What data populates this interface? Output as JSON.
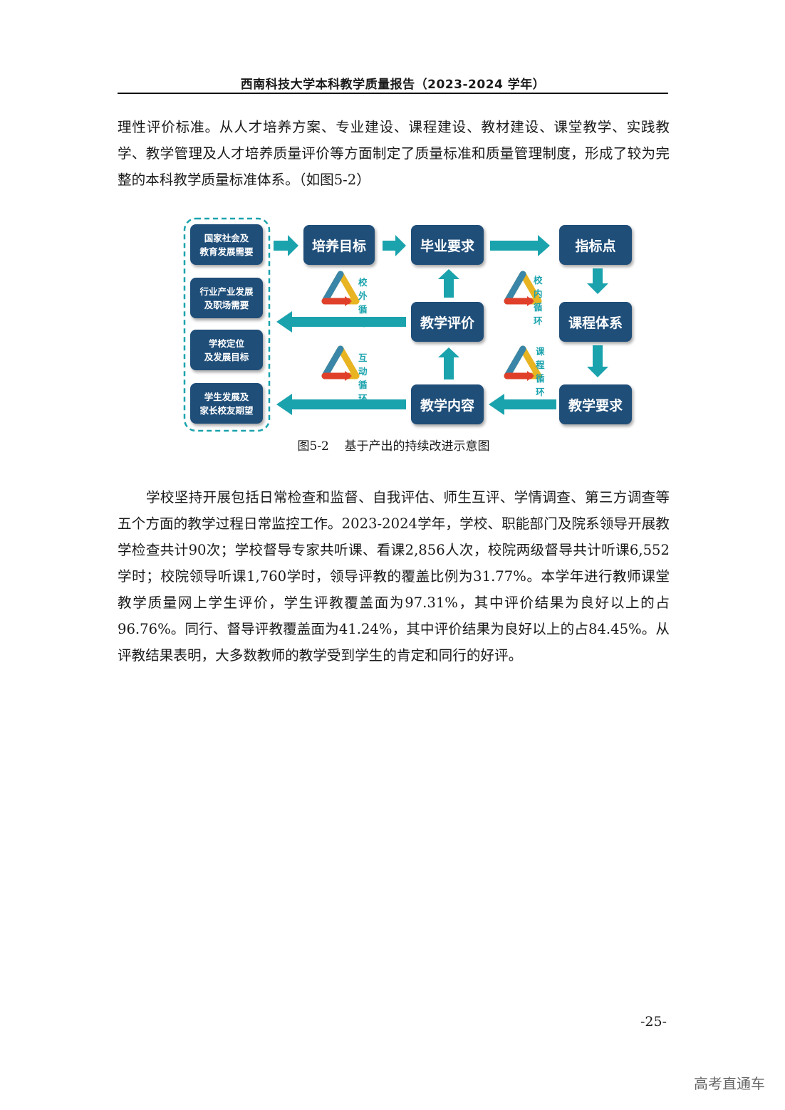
{
  "header": {
    "title": "西南科技大学本科教学质量报告（2023-2024 学年）"
  },
  "paragraphs": [
    "理性评价标准。从人才培养方案、专业建设、课程建设、教材建设、课堂教学、实践教学、教学管理及人才培养质量评价等方面制定了质量标准和质量管理制度，形成了较为完整的本科教学质量标准体系。（如图5-2）",
    "学校坚持开展包括日常检查和监督、自我评估、师生互评、学情调查、第三方调查等五个方面的教学过程日常监控工作。2023-2024学年，学校、职能部门及院系领导开展教学检查共计90次；学校督导专家共听课、看课2,856人次，校院两级督导共计听课6,552学时；校院领导听课1,760学时，领导评教的覆盖比例为31.77%。本学年进行教师课堂教学质量网上学生评价，学生评教覆盖面为97.31%，其中评价结果为良好以上的占96.76%。同行、督导评教覆盖面为41.24%，其中评价结果为良好以上的占84.45%。从评教结果表明，大多数教师的教学受到学生的肯定和同行的好评。"
  ],
  "figure": {
    "inputs": [
      "国家社会及\n教育发展需要",
      "行业产业发展\n及职场需要",
      "学校定位\n及发展目标",
      "学生发展及\n家长校友期望"
    ],
    "nodes": {
      "goal": "培养目标",
      "grad": "毕业要求",
      "indicator": "指标点",
      "course": "课程体系",
      "eval": "教学评价",
      "content": "教学内容",
      "req": "教学要求"
    },
    "loops": {
      "outer": "校外循环",
      "inner": "校内循环",
      "interactive": "互动循环",
      "course": "课程循环"
    },
    "caption": "图5-2    基于产出的持续改进示意图",
    "colors": {
      "node": "#1f4e79",
      "arrow": "#1aa3ad",
      "dash": "#1aa3ad"
    }
  },
  "footer": {
    "page_number": "-25-"
  },
  "watermark": "高考直通车"
}
